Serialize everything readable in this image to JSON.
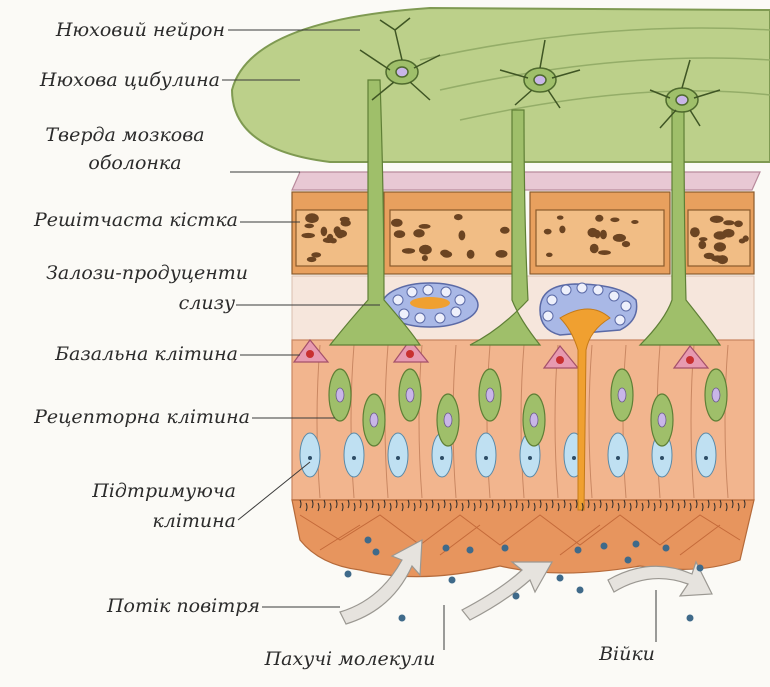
{
  "labels": {
    "olfactory_neuron": "Нюховий нейрон",
    "olfactory_bulb": "Нюхова цибулина",
    "dura_line1": "Тверда мозкова",
    "dura_line2": "оболонка",
    "ethmoid_bone": "Решітчаста кістка",
    "mucus_glands_line1": "Залози-продуценти",
    "mucus_glands_line2": "слизу",
    "basal_cell": "Базальна клітина",
    "receptor_cell": "Рецепторна клітина",
    "supporting_cell_line1": "Підтримуюча",
    "supporting_cell_line2": "клітина",
    "air_flow": "Потік повітря",
    "odor_molecules": "Пахучі молекули",
    "cilia": "Війки"
  },
  "colors": {
    "bulb": "#bcd08a",
    "bulb_edge": "#7f9a52",
    "dura": "#e8c8d4",
    "bone": "#e8a05e",
    "bone_dark": "#6b4422",
    "mucus_layer": "#f6e6dc",
    "epithelium": "#f2b58e",
    "receptor": "#9fbf6a",
    "supporting": "#bfe0f2",
    "basal": "#e79ab0",
    "gland": "#a9b8e6",
    "mucus": "#f0a030",
    "base": "#e7955e",
    "molecule": "#3f6a8a",
    "arrow": "#e6e3de",
    "leader": "#3a3a3a"
  }
}
